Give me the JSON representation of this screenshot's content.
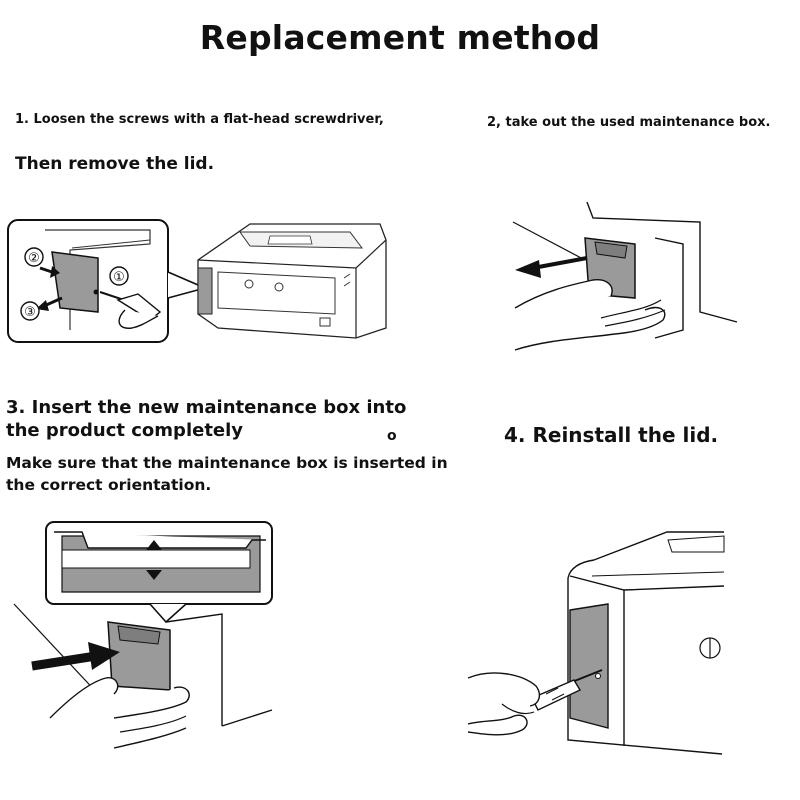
{
  "title": "Replacement method",
  "steps": {
    "step1_line1": "1. Loosen the screws with a flat-head screwdriver,",
    "step1_line2": "Then remove the lid.",
    "step2": "2, take out the used maintenance box.",
    "step3_line1": "3. Insert the new maintenance box into the product completely",
    "step3_marker": "o",
    "step3_line2": "Make sure that the maintenance box is inserted in the correct orientation.",
    "step4": "4. Reinstall the lid."
  },
  "callouts": [
    "②",
    "①",
    "③"
  ],
  "colors": {
    "box_gray": "#9a9a9a",
    "line": "#111111",
    "bg": "#ffffff"
  }
}
